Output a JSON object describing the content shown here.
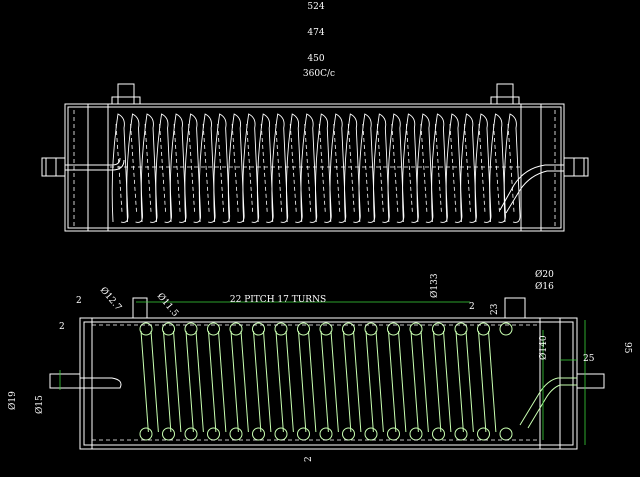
{
  "dimensions": {
    "d524": "524",
    "d474": "474",
    "d450": "450",
    "d360": "360C/c",
    "d127": "Ø12.7",
    "d115": "Ø11.5",
    "pitch": "22 PITCH 17 TURNS",
    "d133": "Ø133",
    "d20": "Ø20",
    "d16": "Ø16",
    "d2a": "2",
    "d2b": "2",
    "d2c": "2",
    "d23": "23",
    "d140": "Ø140",
    "d25": "25",
    "d95": "95",
    "d19": "Ø19",
    "d15": "Ø15",
    "d2bottom": "2"
  },
  "coil": {
    "turns": 17
  },
  "colors": {
    "line": "#ffffff",
    "coil": "#c8ffb0",
    "background": "#000000"
  }
}
